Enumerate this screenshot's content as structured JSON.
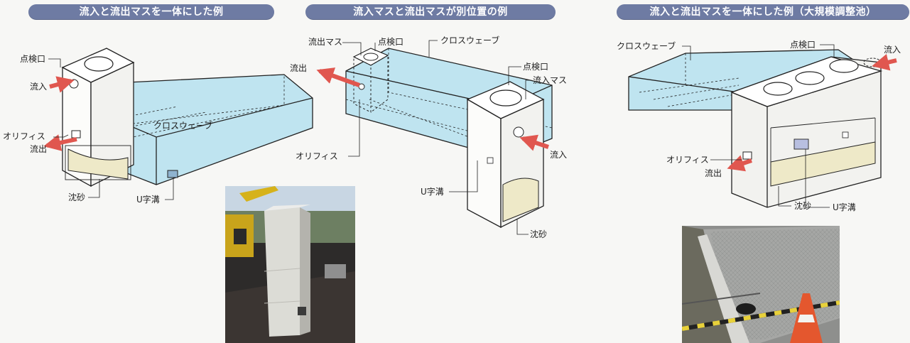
{
  "banners": {
    "left": "流入と流出マスを一体にした例",
    "middle": "流入マスと流出マスが別位置の例",
    "right": "流入と流出マスを一体にした例（大規模調整池）"
  },
  "diagram1": {
    "inspection_port": "点検口",
    "inflow": "流入",
    "orifice": "オリフィス",
    "outflow": "流出",
    "crosswave": "クロスウェーブ",
    "sediment": "沈砂",
    "u_ditch": "U字溝"
  },
  "diagram2": {
    "outflow_basin": "流出マス",
    "inspection_port_1": "点検口",
    "crosswave": "クロスウェーブ",
    "outflow": "流出",
    "inspection_port_2": "点検口",
    "inflow_basin": "流入マス",
    "orifice": "オリフィス",
    "inflow": "流入",
    "u_ditch": "U字溝",
    "sediment": "沈砂"
  },
  "diagram3": {
    "crosswave": "クロスウェーブ",
    "inspection_port": "点検口",
    "inflow": "流入",
    "orifice": "オリフィス",
    "outflow": "流出",
    "sediment": "沈砂",
    "u_ditch": "U字溝"
  },
  "colors": {
    "banner": "#6e7ba3",
    "water": "#bfe4f0",
    "sediment": "#eee9c8",
    "arrow": "#e0574f",
    "line": "#222222"
  }
}
